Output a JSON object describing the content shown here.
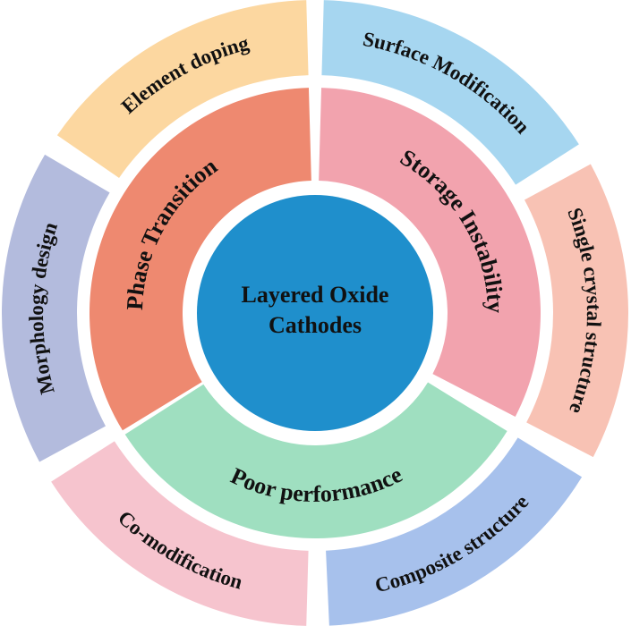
{
  "center": {
    "line1": "Layered Oxide",
    "line2": "Cathodes",
    "color": "#1F8FCC"
  },
  "inner_ring": [
    {
      "label": "Phase Transition",
      "color": "#EE8970"
    },
    {
      "label": "Storage Instability",
      "color": "#F2A3AE"
    },
    {
      "label": "Poor performance",
      "color": "#9FDFC0"
    }
  ],
  "outer_ring": [
    {
      "label": "Element doping",
      "color": "#FCD7A0"
    },
    {
      "label": "Surface Modification",
      "color": "#A6D6F0"
    },
    {
      "label": "Single crystal structure",
      "color": "#F8C2B4"
    },
    {
      "label": "Composite structure",
      "color": "#A7C1EC"
    },
    {
      "label": "Co-modification",
      "color": "#F6C4CE"
    },
    {
      "label": "Morphology design",
      "color": "#B3BBDD"
    }
  ]
}
